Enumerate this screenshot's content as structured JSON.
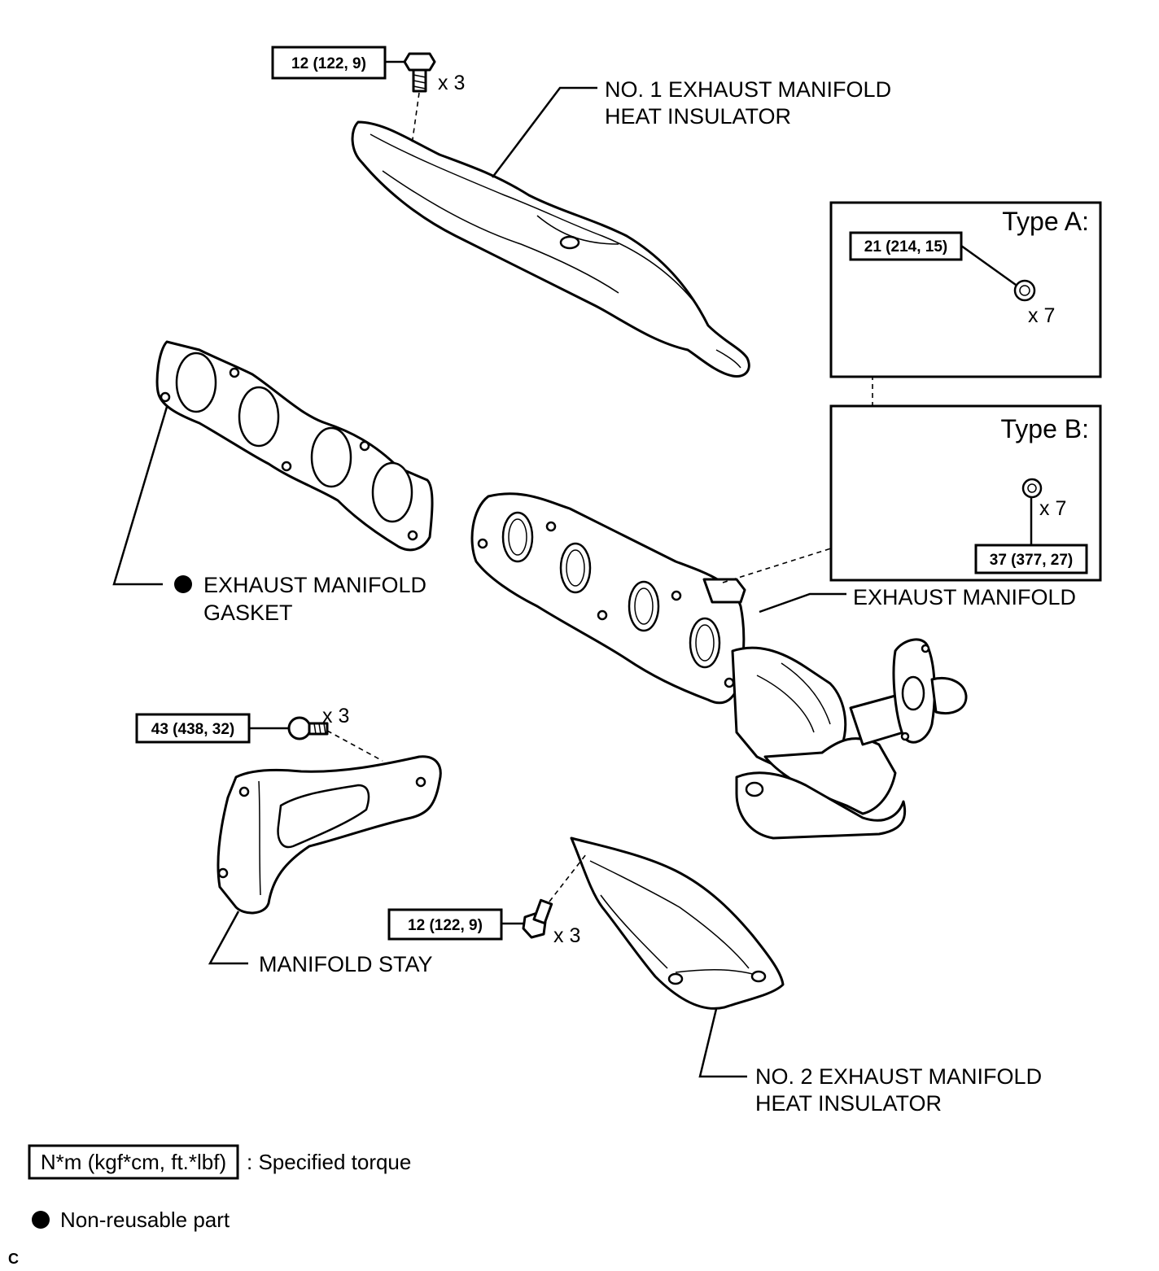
{
  "labels": {
    "heat_insulator_1_line1": "NO. 1 EXHAUST MANIFOLD",
    "heat_insulator_1_line2": "HEAT INSULATOR",
    "gasket_line1": "EXHAUST MANIFOLD",
    "gasket_line2": "GASKET",
    "exhaust_manifold": "EXHAUST MANIFOLD",
    "manifold_stay": "MANIFOLD STAY",
    "heat_insulator_2_line1": "NO. 2 EXHAUST MANIFOLD",
    "heat_insulator_2_line2": "HEAT INSULATOR"
  },
  "torques": {
    "insulator_1_bolt": "12 (122, 9)",
    "type_a_nut": "21 (214, 15)",
    "type_b_nut": "37 (377, 27)",
    "stay_bolt": "43 (438, 32)",
    "insulator_2_bolt": "12 (122, 9)"
  },
  "quantities": {
    "insulator_1_bolt": "x 3",
    "type_a_nut": "x 7",
    "type_b_nut": "x 7",
    "stay_bolt": "x 3",
    "insulator_2_bolt": "x 3"
  },
  "type_boxes": {
    "a_title": "Type A:",
    "b_title": "Type B:"
  },
  "legend": {
    "torque_unit": "N*m (kgf*cm, ft.*lbf)",
    "torque_desc": ": Specified torque",
    "nonreusable_desc": "Non-reusable part"
  },
  "corner_code": "C"
}
